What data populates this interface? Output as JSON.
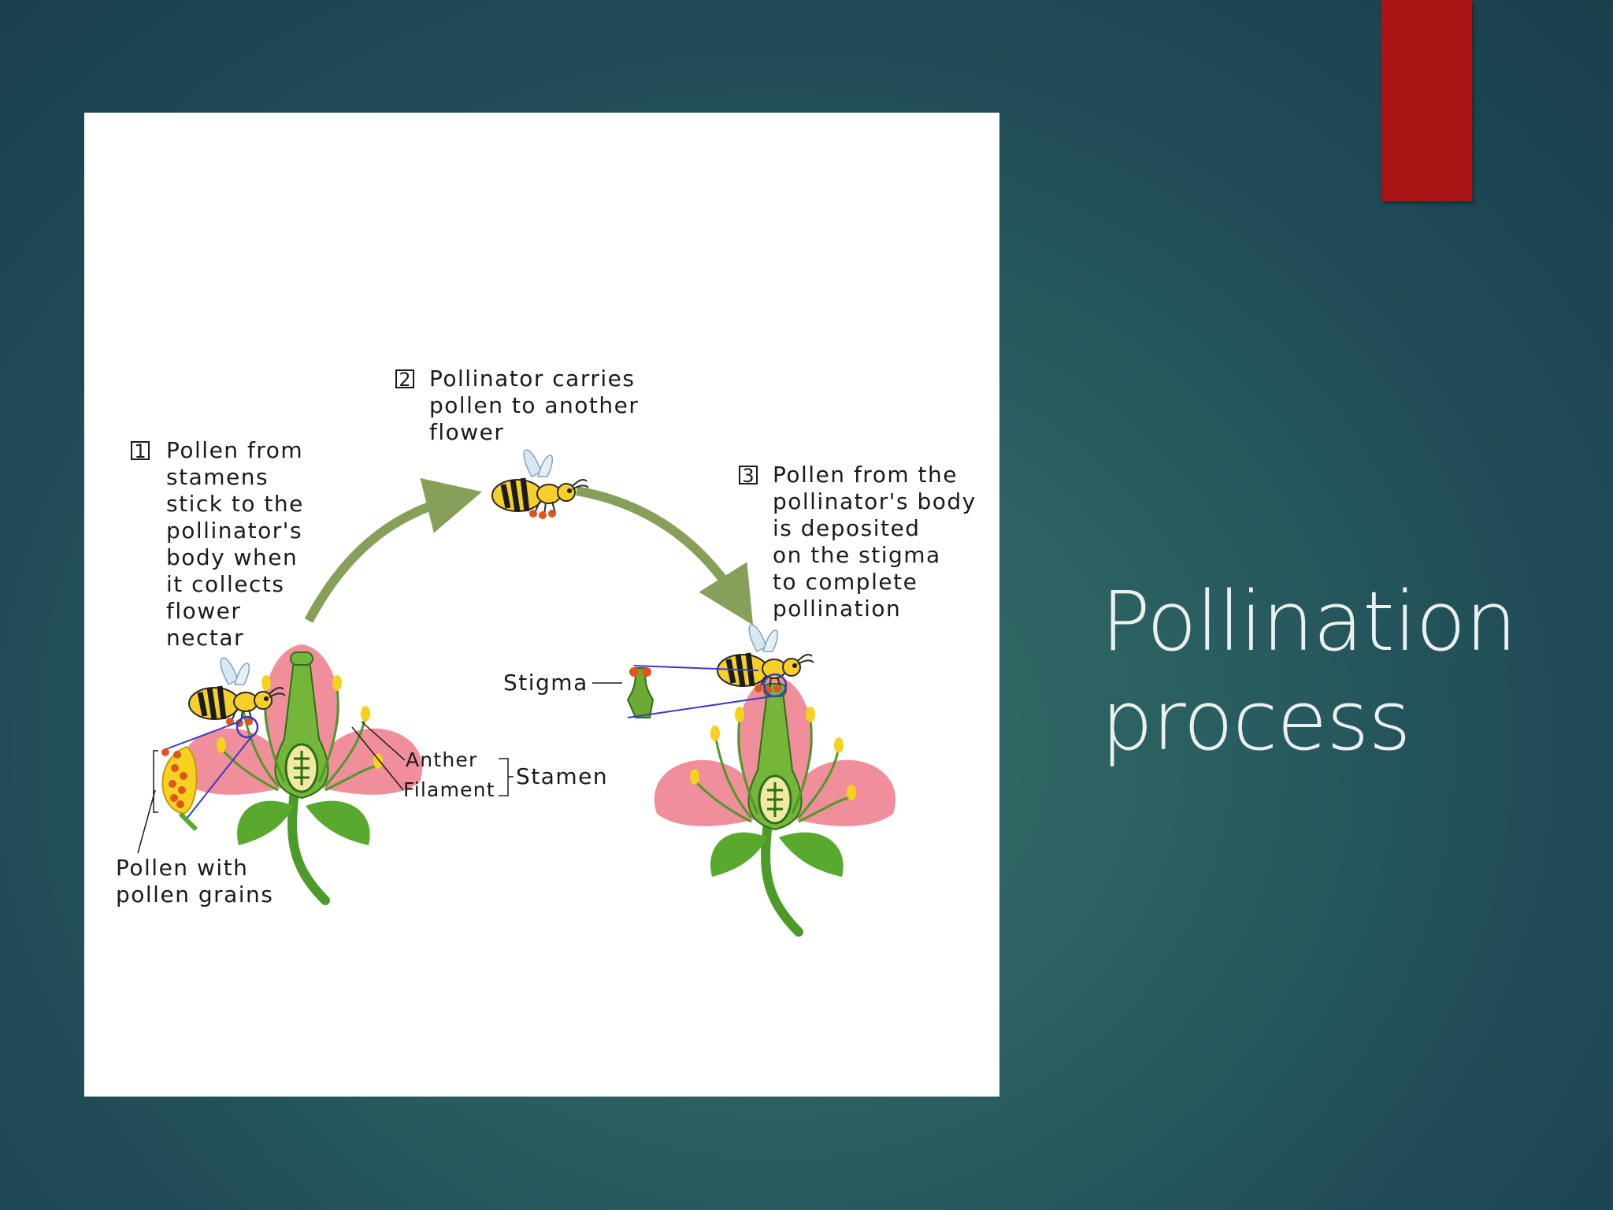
{
  "slide": {
    "title_line1": "Pollination",
    "title_line2": "process",
    "accent_color": "#a91515"
  },
  "diagram": {
    "step1": {
      "number": "1",
      "lines": [
        "Pollen from",
        "stamens",
        "stick to the",
        "pollinator's",
        "body when",
        "it collects",
        "flower",
        "nectar"
      ]
    },
    "step2": {
      "number": "2",
      "lines": [
        "Pollinator carries",
        "pollen to another",
        "flower"
      ]
    },
    "step3": {
      "number": "3",
      "lines": [
        "Pollen from the",
        "pollinator's body",
        "is deposited",
        "on the stigma",
        "to complete",
        "pollination"
      ]
    },
    "labels": {
      "anther": "Anther",
      "filament": "Filament",
      "stamen": "Stamen",
      "stigma": "Stigma",
      "pollen_line1": "Pollen with",
      "pollen_line2": "pollen grains"
    },
    "colors": {
      "petal": "#f08e9b",
      "stem": "#4c9a28",
      "arrow": "#86a05a",
      "anther": "#f4d21e",
      "callout": "#3a3ac8"
    }
  }
}
